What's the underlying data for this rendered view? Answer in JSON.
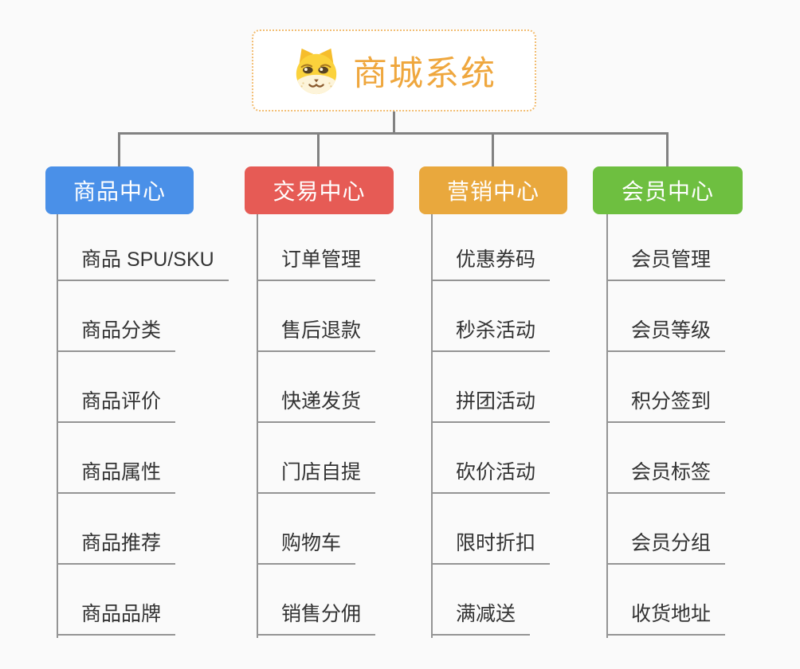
{
  "root": {
    "title": "商城系统",
    "icon": "dog-icon"
  },
  "branches": [
    {
      "label": "商品中心",
      "color": "#4a90e8",
      "items": [
        "商品 SPU/SKU",
        "商品分类",
        "商品评价",
        "商品属性",
        "商品推荐",
        "商品品牌"
      ]
    },
    {
      "label": "交易中心",
      "color": "#e65b55",
      "items": [
        "订单管理",
        "售后退款",
        "快递发货",
        "门店自提",
        "购物车",
        "销售分佣"
      ]
    },
    {
      "label": "营销中心",
      "color": "#e9a83d",
      "items": [
        "优惠券码",
        "秒杀活动",
        "拼团活动",
        "砍价活动",
        "限时折扣",
        "满减送"
      ]
    },
    {
      "label": "会员中心",
      "color": "#6ebf40",
      "items": [
        "会员管理",
        "会员等级",
        "积分签到",
        "会员标签",
        "会员分组",
        "收货地址"
      ]
    }
  ],
  "colors": {
    "background": "#fafafa",
    "connector": "#828282",
    "item_line": "#949494",
    "item_text": "#333333",
    "root_text": "#efa73e",
    "root_border": "#f2bd72"
  }
}
